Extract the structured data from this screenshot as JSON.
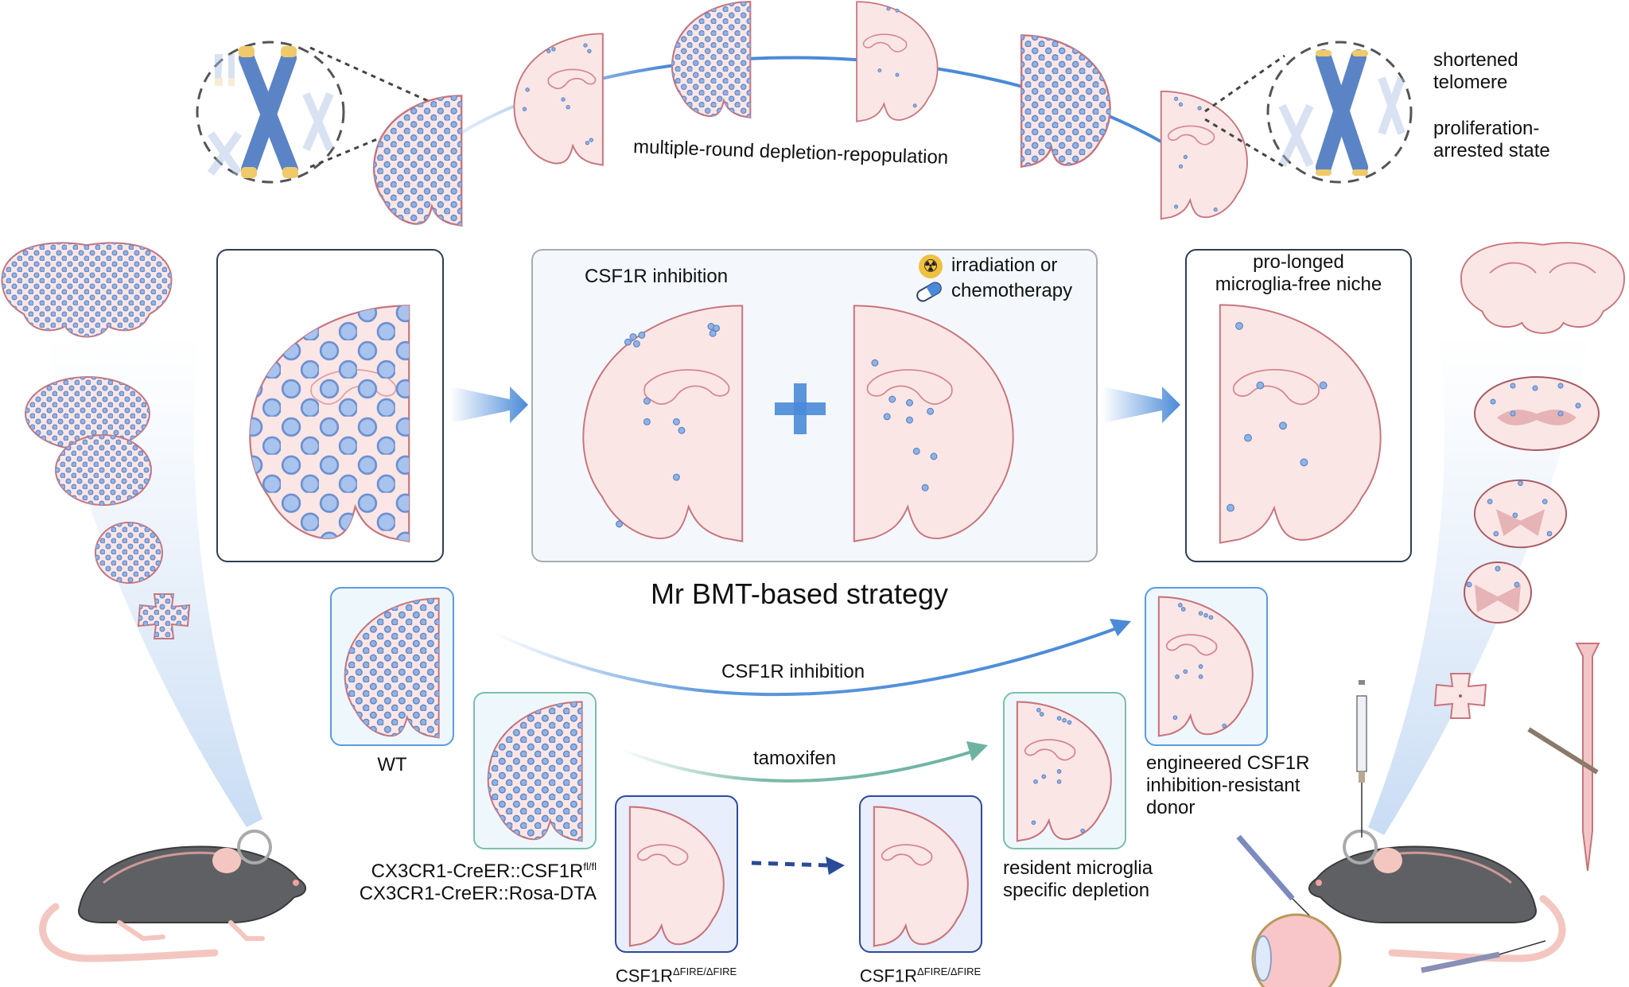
{
  "top_arc": {
    "label": "multiple-round depletion-repopulation",
    "annotations": {
      "telomere": [
        "shortened",
        "telomere"
      ],
      "state": [
        "proliferation-",
        "arrested state"
      ]
    }
  },
  "boxes": {
    "left": {
      "label": ""
    },
    "middle": {
      "csf1r_label": "CSF1R inhibition",
      "irradiation_label": "irradiation or",
      "chemo_label": "chemotherapy"
    },
    "right": {
      "title_line1": "pro-longed",
      "title_line2": "microglia-free niche"
    }
  },
  "strategy_title": "Mr BMT-based strategy",
  "lower": {
    "wt_label": "WT",
    "csf1r_arrow_label": "CSF1R inhibition",
    "tamoxifen_label": "tamoxifen",
    "genotype_line1_base": "CX3CR1-CreER::CSF1R",
    "genotype_line1_sup": "fl/fl",
    "genotype_line2": "CX3CR1-CreER::Rosa-DTA",
    "fire_label_base": "CSF1R",
    "fire_label_sup": "ΔFIRE/ΔFIRE",
    "resident_label": [
      "resident microglia",
      "specific depletion"
    ],
    "engineered_label": [
      "engineered CSF1R",
      "inhibition-resistant",
      "donor"
    ]
  },
  "colors": {
    "tissue_fill": "#fbe6e6",
    "tissue_stroke": "#c9747c",
    "microglia": "#8fb3e6",
    "microglia_stroke": "#5a7fbf",
    "arrow_blue": "#4a8ad8",
    "arrow_green": "#6db3a0",
    "arrow_navy": "#2a4a9a",
    "box_dark": "#2f3f52",
    "box_gray": "#a8acb2",
    "box_blue": "#5b9be0",
    "box_green": "#7bbfaa",
    "box_navy": "#2e4aa0",
    "chromosome": "#5b84c6",
    "telomere": "#f0c96a",
    "mouse_body": "#5e6064"
  }
}
